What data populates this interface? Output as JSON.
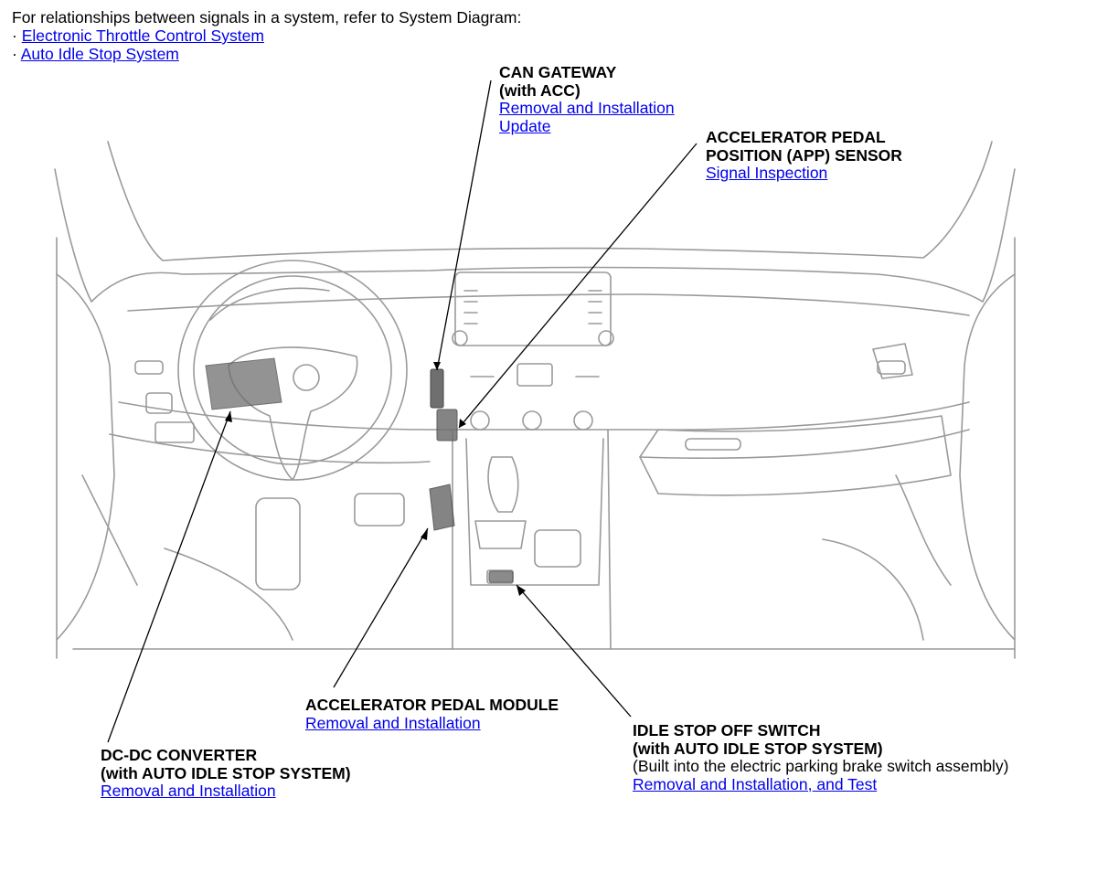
{
  "intro": {
    "text": "For relationships between signals in a system, refer to System Diagram:",
    "bullet": "·",
    "links": [
      "Electronic Throttle Control System",
      "Auto Idle Stop System"
    ]
  },
  "callouts": {
    "can_gateway": {
      "title": "CAN GATEWAY",
      "subtitle": "(with ACC)",
      "links": [
        "Removal and Installation",
        "Update"
      ]
    },
    "app_sensor": {
      "title": "ACCELERATOR PEDAL",
      "title2": "POSITION (APP) SENSOR",
      "links": [
        "Signal Inspection"
      ]
    },
    "pedal_module": {
      "title": "ACCELERATOR PEDAL MODULE",
      "links": [
        "Removal and Installation"
      ]
    },
    "idle_switch": {
      "title": "IDLE STOP OFF SWITCH",
      "subtitle": "(with AUTO IDLE STOP SYSTEM)",
      "note": "(Built into the electric parking brake switch assembly)",
      "links": [
        "Removal and Installation, and Test"
      ]
    },
    "dcdc": {
      "title": "DC-DC CONVERTER",
      "subtitle": "(with AUTO IDLE STOP SYSTEM)",
      "links": [
        "Removal and Installation"
      ]
    }
  },
  "colors": {
    "link": "#0000ee",
    "line_art": "#8a8a8a",
    "component": "#7a7a7a"
  }
}
